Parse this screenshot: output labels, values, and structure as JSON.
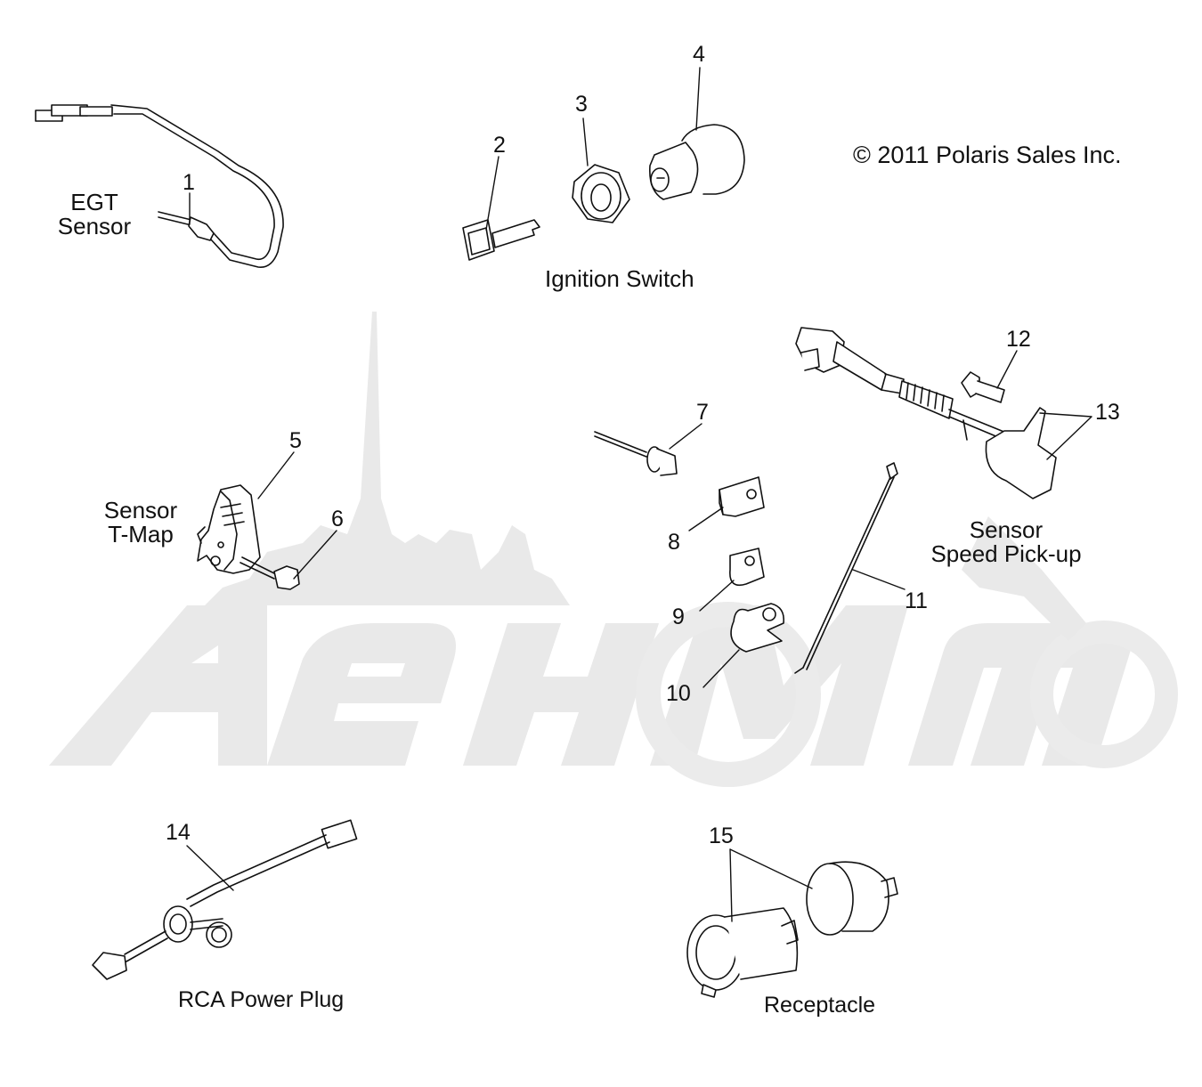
{
  "copyright": "© 2011 Polaris Sales Inc.",
  "watermark": {
    "text": "АЕНМОТО",
    "logo": "moto-watermark-logo"
  },
  "groups": {
    "egt_sensor": {
      "line1": "EGT",
      "line2": "Sensor"
    },
    "ignition_switch": {
      "label": "Ignition Switch"
    },
    "sensor_tmap": {
      "line1": "Sensor",
      "line2": "T-Map"
    },
    "sensor_speed": {
      "line1": "Sensor",
      "line2": "Speed Pick-up"
    },
    "rca_plug": {
      "label": "RCA Power Plug"
    },
    "receptacle": {
      "label": "Receptacle"
    }
  },
  "callouts": {
    "c1": "1",
    "c2": "2",
    "c3": "3",
    "c4": "4",
    "c5": "5",
    "c6": "6",
    "c7": "7",
    "c8": "8",
    "c9": "9",
    "c10": "10",
    "c11": "11",
    "c12": "12",
    "c13": "13",
    "c14": "14",
    "c15": "15"
  },
  "colors": {
    "line": "#111111",
    "watermark": "#e6e6e6"
  }
}
